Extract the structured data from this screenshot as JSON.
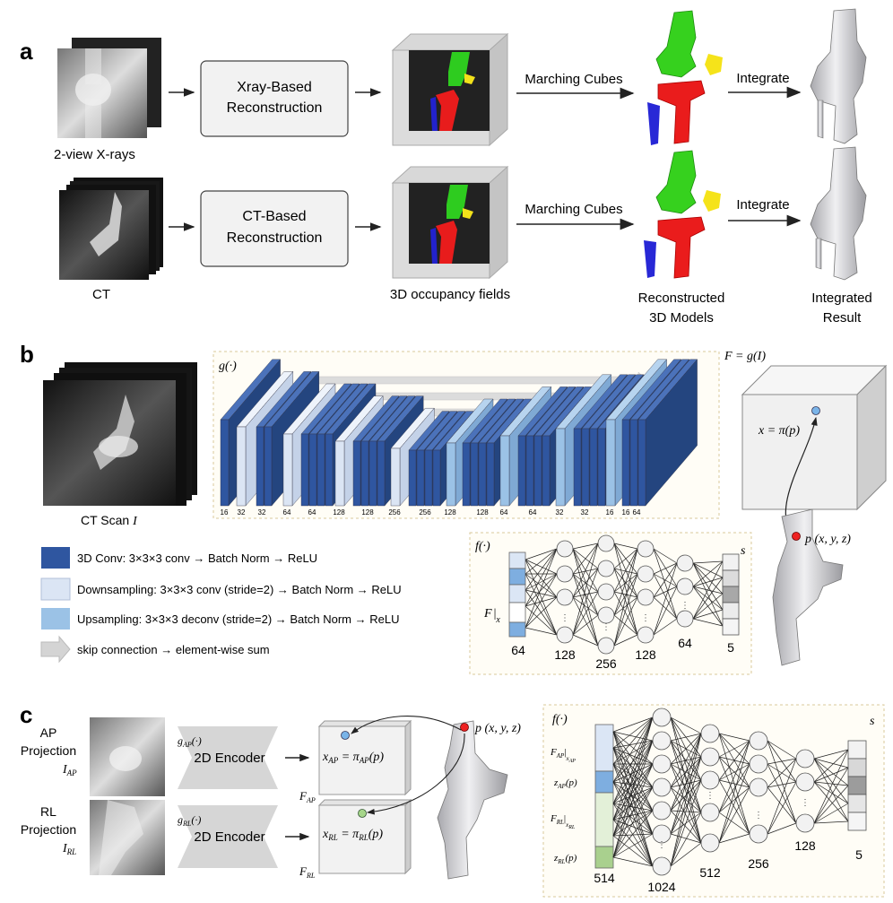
{
  "panel_a": {
    "letter": "a",
    "xray_caption": "2-view X-rays",
    "ct_caption": "CT",
    "xray_box": [
      "Xray-Based",
      "Reconstruction"
    ],
    "ct_box": [
      "CT-Based",
      "Reconstruction"
    ],
    "marching_cubes": "Marching Cubes",
    "integrate": "Integrate",
    "occupancy_caption": "3D occupancy fields",
    "models_caption": [
      "Reconstructed",
      "3D Models"
    ],
    "result_caption": [
      "Integrated",
      "Result"
    ]
  },
  "panel_b": {
    "letter": "b",
    "ct_caption": "CT Scan",
    "ct_symbol": "I",
    "g_label": "g(·)",
    "F_label": "F = g(I)",
    "x_label": "x = π(p)",
    "p_label": "p (x, y, z)",
    "channels": [
      "16",
      "32",
      "32",
      "64",
      "64",
      "128",
      "128",
      "256",
      "256",
      "128",
      "128",
      "64",
      "64",
      "32",
      "32",
      "16",
      "16",
      "64"
    ],
    "legend": [
      {
        "text": "3D Conv: 3×3×3 conv → Batch Norm → ReLU",
        "color": "#2f56a0"
      },
      {
        "text": "Downsampling: 3×3×3 conv (stride=2) → Batch Norm → ReLU",
        "color": "#dbe5f4"
      },
      {
        "text": "Upsampling: 3×3×3 deconv (stride=2) → Batch Norm → ReLU",
        "color": "#9bc2e6"
      },
      {
        "text": "skip connection → element-wise sum",
        "color": "#d4d4d4"
      }
    ],
    "mlp": {
      "f_label": "f(·)",
      "input_label": "F|x",
      "layers": [
        "64",
        "128",
        "256",
        "128",
        "64",
        "5"
      ],
      "output_label": "s"
    }
  },
  "panel_c": {
    "letter": "c",
    "ap_label": [
      "AP",
      "Projection"
    ],
    "ap_symbol": "I_AP",
    "rl_label": [
      "RL",
      "Projection"
    ],
    "rl_symbol": "I_RL",
    "encoder": "2D Encoder",
    "g_ap": "g_AP(·)",
    "g_rl": "g_RL(·)",
    "x_ap": "x_AP = π_AP(p)",
    "x_rl": "x_RL = π_RL(p)",
    "F_ap": "F_AP",
    "F_rl": "F_RL",
    "p_label": "p (x, y, z)",
    "mlp": {
      "f_label": "f(·)",
      "input_rows": [
        "F_AP|x_AP",
        "z_AP(p)",
        "F_RL|x_RL",
        "z_RL(p)"
      ],
      "layers": [
        "514",
        "1024",
        "512",
        "256",
        "128",
        "5"
      ],
      "output_label": "s"
    }
  }
}
